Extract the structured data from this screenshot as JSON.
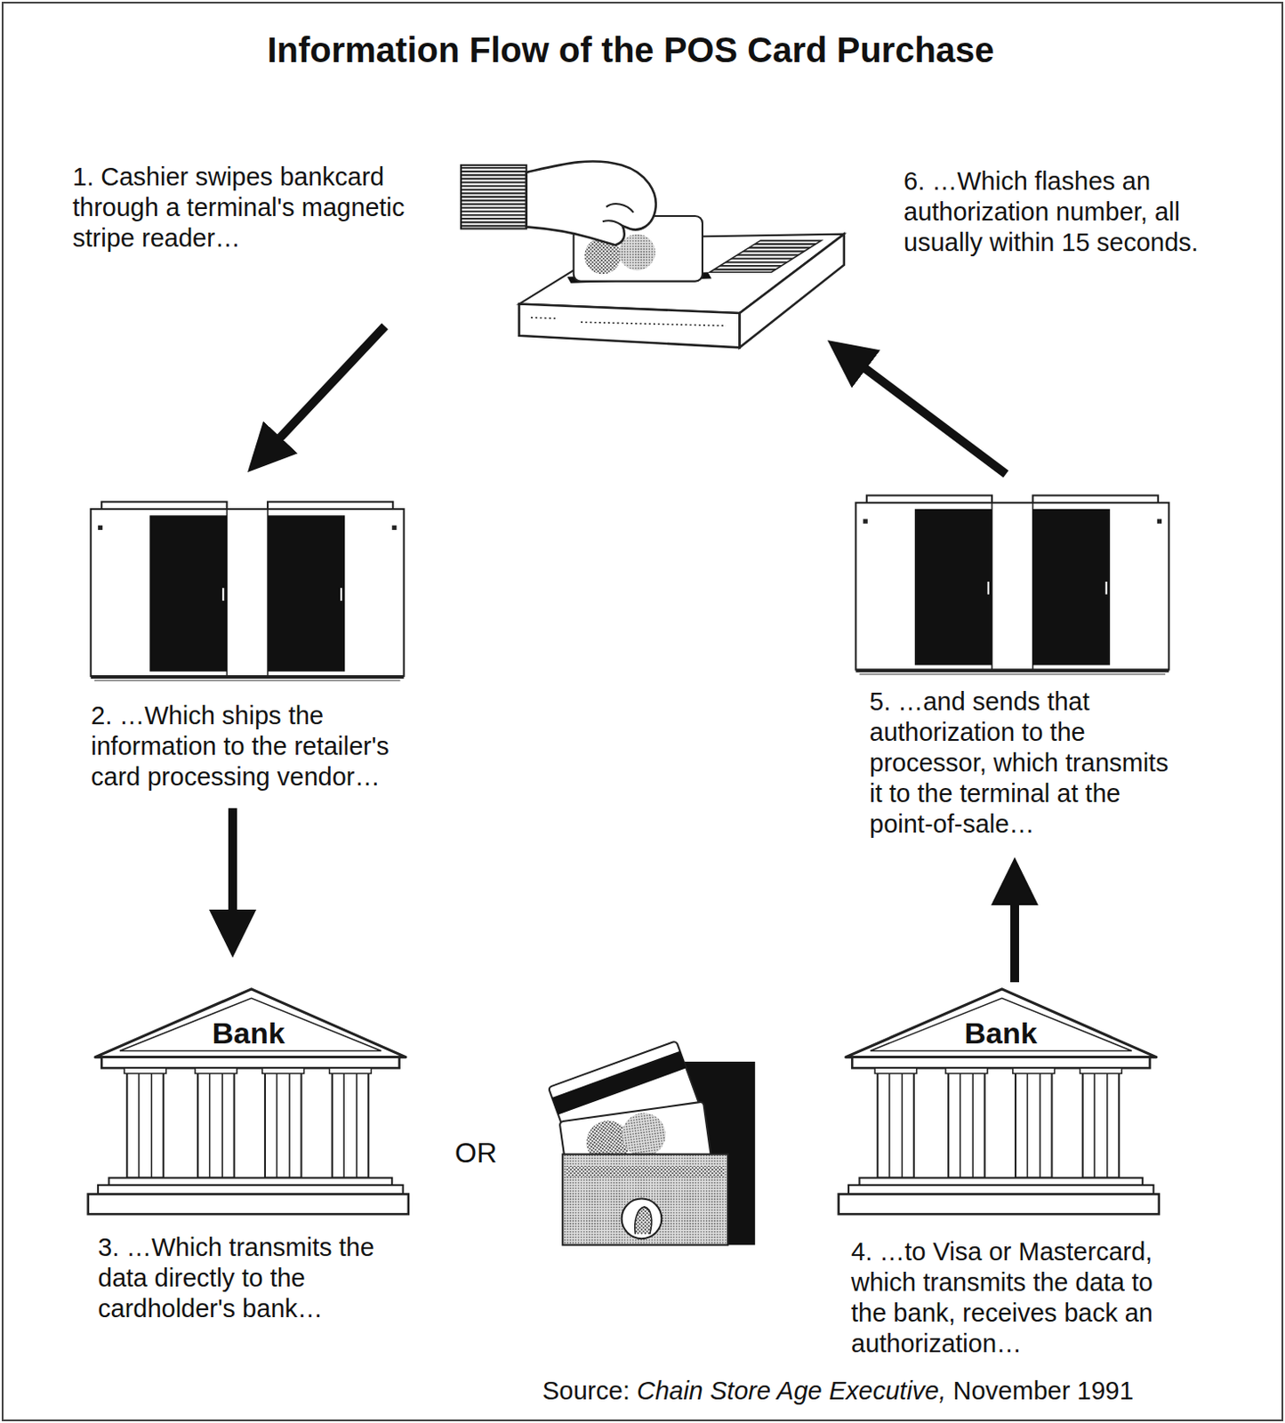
{
  "diagram": {
    "title": "Information Flow of the POS Card Purchase",
    "nodes": [
      {
        "text": [
          "1. Cashier swipes bankcard through a terminal's magnetic stripe reader…",
          "6. …Which flashes an authorization number, all usually within 15 seconds."
        ]
      },
      {
        "text": [
          "2. …Which ships the information to the retailer's card processing vendor…"
        ]
      },
      {
        "text": [
          "Bank",
          "3. …Which transmits the data directly to the cardholder's bank…"
        ]
      },
      {
        "text": [
          "Bank",
          "4. …to Visa or Mastercard, which transmits the data to the bank, receives back an authorization…"
        ]
      },
      {
        "text": [
          "5. …and sends that authorization to the processor, which transmits it to the terminal at the point-of-sale…"
        ]
      }
    ],
    "edges": [
      {
        "from": 0,
        "to": 1,
        "arrow": "to"
      },
      {
        "from": 1,
        "to": 2,
        "arrow": "to"
      },
      {
        "from": 3,
        "to": 4,
        "arrow": "to"
      },
      {
        "from": 4,
        "to": 0,
        "arrow": "to"
      }
    ],
    "labels": [
      "OR",
      "Source:",
      "Chain Store Age Executive,",
      "November 1991"
    ]
  }
}
